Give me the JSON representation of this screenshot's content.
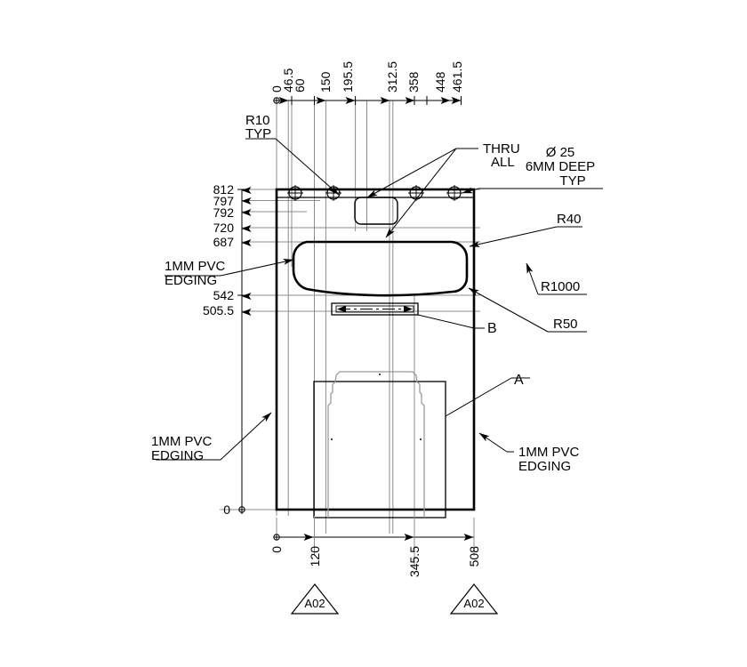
{
  "drawing": {
    "title": "Mechanical part elevation drawing",
    "units": "mm",
    "line_color": "#000000",
    "construction_line_color": "#808080",
    "background": "#ffffff"
  },
  "top_dimensions": {
    "axis_label": "horizontal ordinate dimensions (top)",
    "values": [
      "0",
      "46.5",
      "60",
      "150",
      "195.5",
      "312.5",
      "358",
      "448",
      "461.5"
    ],
    "origin_value": "0"
  },
  "bottom_dimensions": {
    "axis_label": "horizontal ordinate dimensions (bottom)",
    "values": [
      "0",
      "120",
      "345.5",
      "508"
    ],
    "origin_value": "0"
  },
  "left_dimensions": {
    "axis_label": "vertical ordinate dimensions (left)",
    "values": [
      "812",
      "797",
      "792",
      "720",
      "687",
      "542",
      "505.5"
    ],
    "origin_value": "0"
  },
  "annotations": [
    {
      "id": "r10-typ",
      "text": "R10\nTYP",
      "line1": "R10",
      "line2": "TYP"
    },
    {
      "id": "thru-all",
      "text": "THRU\nALL",
      "line1": "THRU",
      "line2": "ALL"
    },
    {
      "id": "dia25",
      "line1": "Ø 25",
      "line2": "6MM DEEP",
      "line3": "TYP"
    },
    {
      "id": "r40",
      "line1": "R40"
    },
    {
      "id": "r1000",
      "line1": "R1000"
    },
    {
      "id": "r50",
      "line1": "R50"
    },
    {
      "id": "pvc-left-top",
      "line1": "1MM PVC",
      "line2": "EDGING"
    },
    {
      "id": "pvc-left-bottom",
      "line1": "1MM PVC",
      "line2": "EDGING"
    },
    {
      "id": "pvc-right",
      "line1": "1MM PVC",
      "line2": "EDGING"
    },
    {
      "id": "detail-a",
      "line1": "A"
    },
    {
      "id": "detail-b",
      "line1": "B"
    }
  ],
  "section_marks": [
    {
      "id": "section-left",
      "label": "A02"
    },
    {
      "id": "section-right",
      "label": "A02"
    }
  ],
  "features": {
    "holes_count": 4,
    "hole_note": "Ø 25 6MM DEEP TYP",
    "thru_note": "THRU ALL",
    "corner_radius_note": "R10 TYP",
    "cutout_radii": [
      "R40",
      "R1000",
      "R50"
    ],
    "edging_note": "1MM PVC EDGING"
  }
}
